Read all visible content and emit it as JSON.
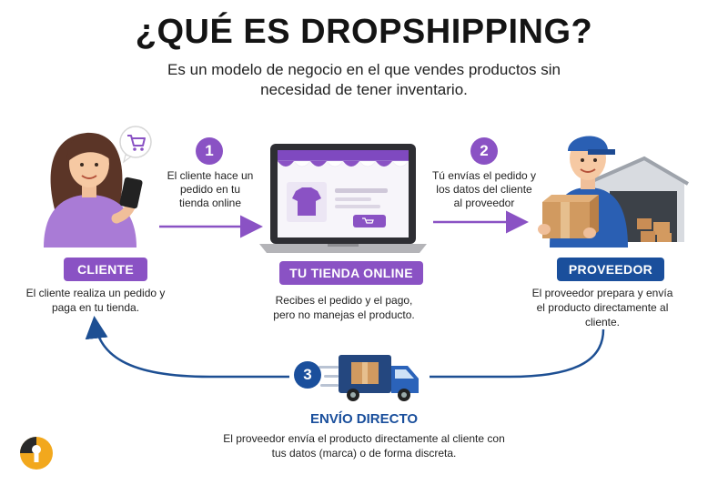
{
  "title": "¿QUÉ ES DROPSHIPPING?",
  "subtitle": "Es un modelo de negocio en el que vendes productos sin necesidad de tener inventario.",
  "steps": [
    {
      "number": "1",
      "text": "El cliente hace un pedido en tu tienda online"
    },
    {
      "number": "2",
      "text": "Tú envías el pedido y los datos del cliente al proveedor"
    },
    {
      "number": "3",
      "text": ""
    }
  ],
  "nodes": {
    "cliente": {
      "label": "CLIENTE",
      "description": "El cliente realiza un pedido y paga en tu tienda."
    },
    "tienda": {
      "label": "TU TIENDA ONLINE",
      "description": "Recibes el pedido y el pago, pero no manejas el producto."
    },
    "proveedor": {
      "label": "PROVEEDOR",
      "description": "El proveedor prepara y envía el producto directamente al cliente."
    },
    "envio": {
      "label": "ENVÍO DIRECTO",
      "description": "El proveedor envía el producto directamente al cliente con tus datos (marca) o de forma discreta."
    }
  },
  "colors": {
    "purple": "#8a52c4",
    "blue": "#1a4f9c",
    "arrow_blue": "#1d4f93"
  },
  "icons": [
    "cart-icon",
    "shirt-icon",
    "truck-icon",
    "box-icon",
    "warehouse-icon",
    "logo-icon"
  ]
}
